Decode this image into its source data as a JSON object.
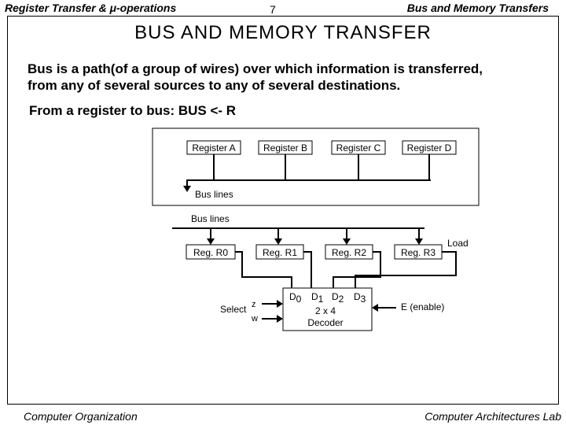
{
  "header": {
    "left": "Register Transfer & μ-operations",
    "page": "7",
    "right": "Bus and Memory Transfers"
  },
  "title": "BUS  AND  MEMORY  TRANSFER",
  "intro_lines": [
    "Bus is a path(of a group of wires) over which information is transferred,",
    "from any of several sources to any of several destinations."
  ],
  "subheading": "From a register to bus: BUS <- R",
  "diagram1": {
    "registers": [
      "Register A",
      "Register B",
      "Register C",
      "Register D"
    ],
    "bus_label": "Bus lines"
  },
  "diagram2": {
    "bus_label": "Bus lines",
    "registers": [
      "Reg. R0",
      "Reg. R1",
      "Reg. R2",
      "Reg. R3"
    ],
    "load_label": "Load",
    "select_label": "Select",
    "select_inputs": [
      "z",
      "w"
    ],
    "decoder_outputs": [
      "D",
      "D",
      "D",
      "D"
    ],
    "decoder_output_subscripts": [
      "0",
      "1",
      "2",
      "3"
    ],
    "decoder_line1": "2 x 4",
    "decoder_line2": "Decoder",
    "enable_label": "E (enable)"
  },
  "footer": {
    "left": "Computer Organization",
    "right": "Computer Architectures Lab"
  }
}
